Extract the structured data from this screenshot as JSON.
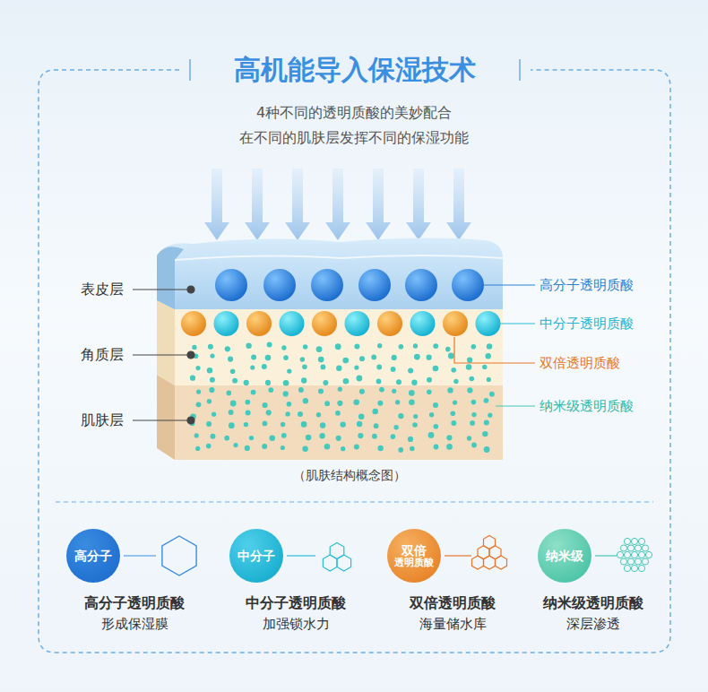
{
  "diagram": {
    "title": "高机能导入保湿技术",
    "caption": "（肌肤结构概念图）",
    "nodes": [
      {
        "text": [
          "高分子"
        ]
      },
      {
        "text": [
          "中分子"
        ]
      },
      {
        "text": [
          "双倍",
          "透明质酸"
        ]
      },
      {
        "text": [
          "纳米级"
        ]
      }
    ],
    "edges": [],
    "labels": [
      "4种不同的透明质酸的美妙配合",
      "在不同的肌肤层发挥不同的保湿功能",
      "表皮层",
      "角质层",
      "肌肤层",
      "高分子透明质酸",
      "中分子透明质酸",
      "双倍透明质酸",
      "纳米级透明质酸",
      "高分子透明质酸",
      "形成保湿膜",
      "中分子透明质酸",
      "加强锁水力",
      "双倍透明质酸",
      "海量储水库",
      "纳米级透明质酸",
      "深层渗透"
    ]
  }
}
